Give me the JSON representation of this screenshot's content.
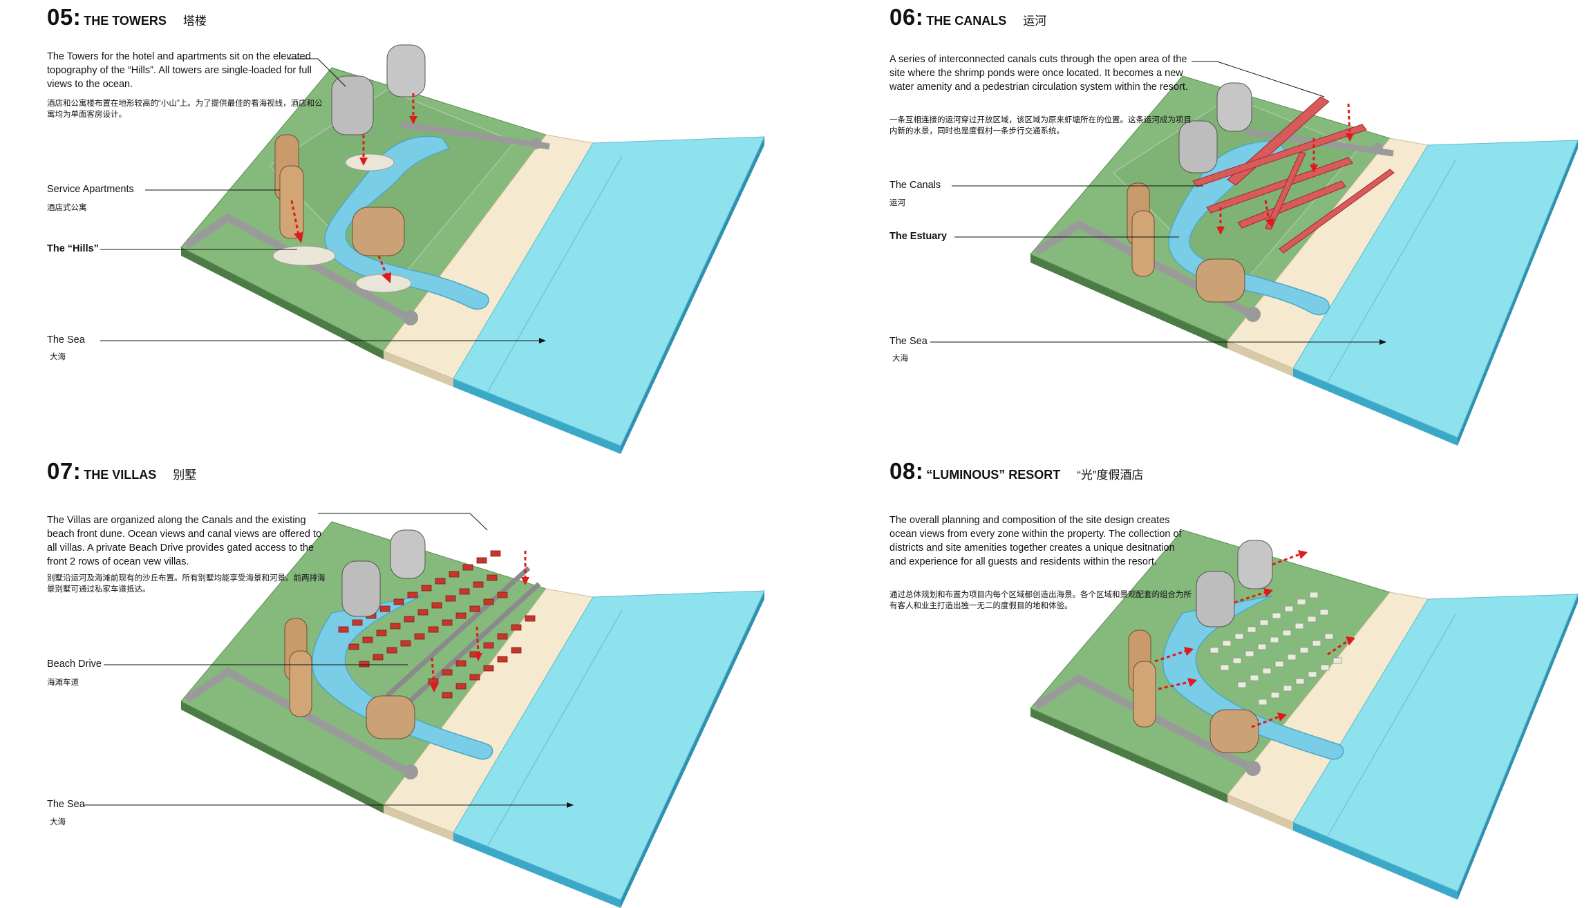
{
  "panels": [
    {
      "number": "05:",
      "title": "THE TOWERS",
      "title_cn": "塔楼",
      "description": "The Towers for the hotel and apartments sit on the elevated topography of the “Hills”.  All towers are single-loaded for full views to the ocean.",
      "description_cn": "酒店和公寓楼布置在地形较高的“小山”上。为了提供最佳的看海视线，酒店和公寓均为单面客房设计。",
      "labels": [
        {
          "text": "Service Apartments",
          "cn": "酒店式公寓"
        },
        {
          "text": "The “Hills”",
          "cn": ""
        },
        {
          "text": "The Sea",
          "cn": "大海"
        }
      ]
    },
    {
      "number": "06:",
      "title": "THE CANALS",
      "title_cn": "运河",
      "description": "A series of interconnected canals cuts through the open area of the site where the shrimp ponds were once located.  It becomes a new water amenity and a pedestrian circulation system within the resort.",
      "description_cn": "一条互相连接的运河穿过开放区域，该区域为原来虾塘所在的位置。这条运河成为项目内新的水景，同时也是度假村一条步行交通系统。",
      "labels": [
        {
          "text": "The Canals",
          "cn": "运河"
        },
        {
          "text": "The Estuary",
          "cn": ""
        },
        {
          "text": "The Sea",
          "cn": "大海"
        }
      ]
    },
    {
      "number": "07:",
      "title": "THE VILLAS",
      "title_cn": "别墅",
      "description": "The Villas are organized along the Canals and the existing beach front dune.  Ocean views and canal views are offered to all villas. A private Beach Drive provides gated access to the front 2 rows of ocean vew villas.",
      "description_cn": "别墅沿运河及海滩前现有的沙丘布置。所有别墅均能享受海景和河景。前两排海景别墅可通过私家车道抵达。",
      "labels": [
        {
          "text": "Beach Drive",
          "cn": "海滩车道"
        },
        {
          "text": "The Sea",
          "cn": "大海"
        }
      ]
    },
    {
      "number": "08:",
      "title": "“LUMINOUS” RESORT",
      "title_cn": "“光”度假酒店",
      "description": "The overall planning and composition of the site design creates ocean views from every zone within the property. The collection of districts and site amenities together creates a unique desitnation and experience for all guests and residents within the resort.",
      "description_cn": "通过总体规划和布置为项目内每个区域都创造出海景。各个区域和景观配套的组合为所有客人和业主打造出独一无二的度假目的地和体验。",
      "labels": []
    }
  ],
  "colors": {
    "sea": "#8ee2ee",
    "sea_side": "#3ba8c8",
    "beach": "#f5e9cf",
    "land": "#86b97c",
    "land_side": "#4c7b45",
    "canal": "#79cde6",
    "road": "#9a9a9a",
    "villa_red": "#c8362b",
    "arrow_red": "#e01a1a"
  }
}
